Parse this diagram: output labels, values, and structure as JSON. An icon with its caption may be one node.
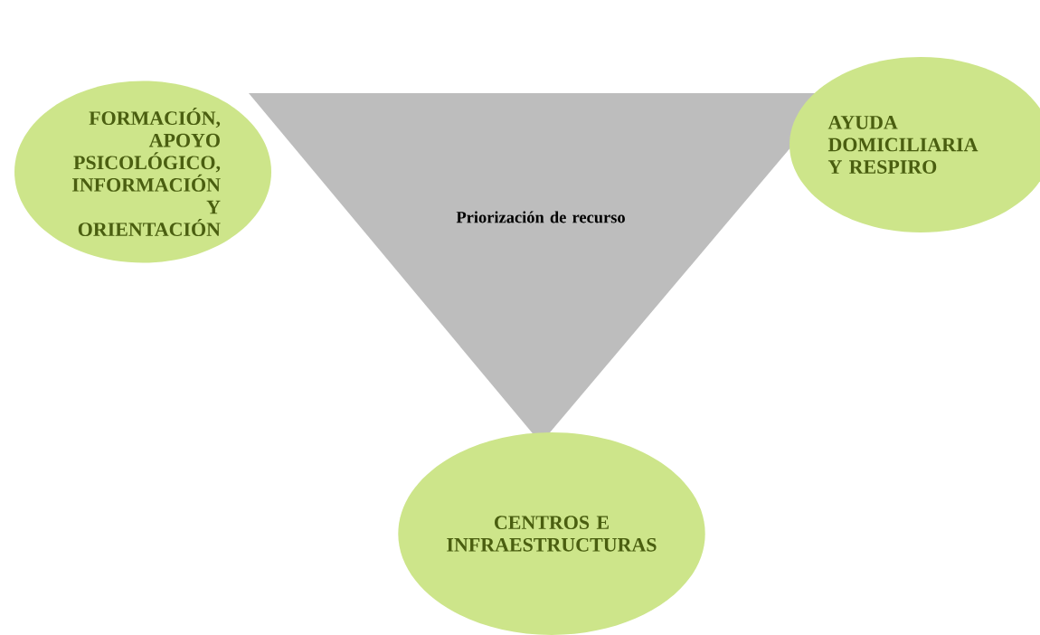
{
  "diagram": {
    "nodes": [
      {
        "text": [
          "FORMACIÓN, APOYO PSICOLÓGICO, INFORMACIÓN Y ORIENTACIÓN"
        ]
      },
      {
        "text": [
          "Priorización de recurso"
        ]
      },
      {
        "text": [
          "AYUDA DOMICILIARIA Y RESPIRO"
        ]
      },
      {
        "text": [
          "CENTROS E INFRAESTRUCTURAS"
        ]
      }
    ]
  }
}
